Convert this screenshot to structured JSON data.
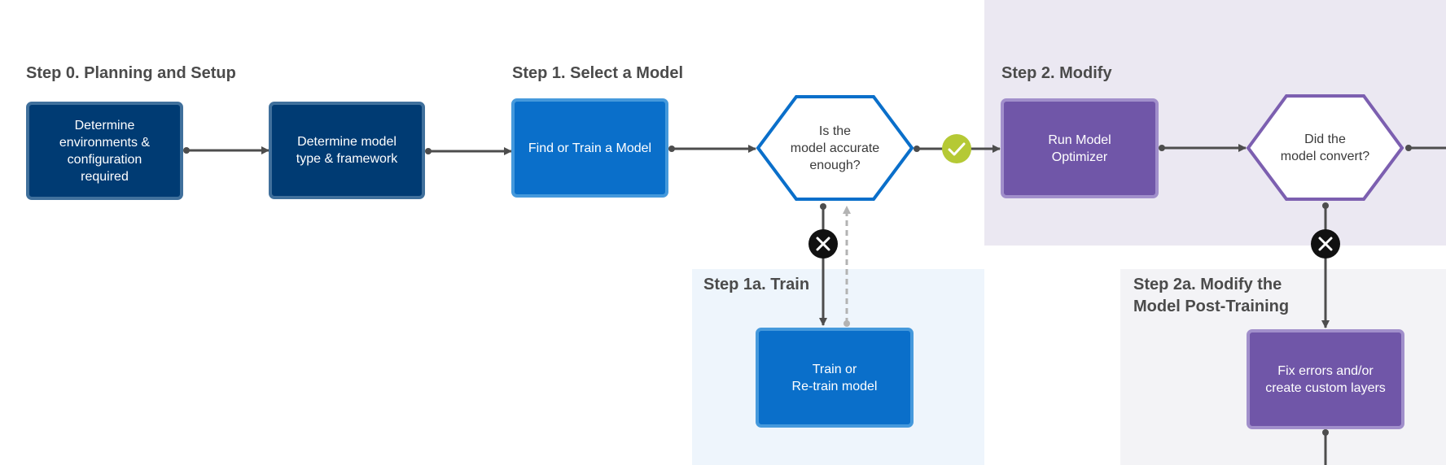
{
  "steps": {
    "step0": "Step 0. Planning and Setup",
    "step1": "Step 1. Select a Model",
    "step1a": "Step 1a. Train",
    "step2": "Step 2. Modify",
    "step2a": "Step 2a. Modify the\nModel Post-Training"
  },
  "nodes": {
    "determine_env": "Determine\nenvironments &\nconfiguration\nrequired",
    "determine_model": "Determine model\ntype & framework",
    "find_train": "Find or Train a Model",
    "accurate_q": "Is the\nmodel accurate\nenough?",
    "train_retrain": "Train or\nRe-train model",
    "run_optimizer": "Run Model\nOptimizer",
    "convert_q": "Did the\nmodel convert?",
    "fix_errors": "Fix errors and/or\ncreate custom layers"
  },
  "colors": {
    "planning_box": "#003b73",
    "select_box": "#0a6fca",
    "modify_box": "#7056a8",
    "yes_marker": "#b5c935",
    "no_marker": "#111111",
    "connector": "#4d4d4d",
    "feedback_connector": "#b3b3b3"
  },
  "icons": {
    "yes": "check-circle-icon",
    "no": "x-circle-icon"
  }
}
